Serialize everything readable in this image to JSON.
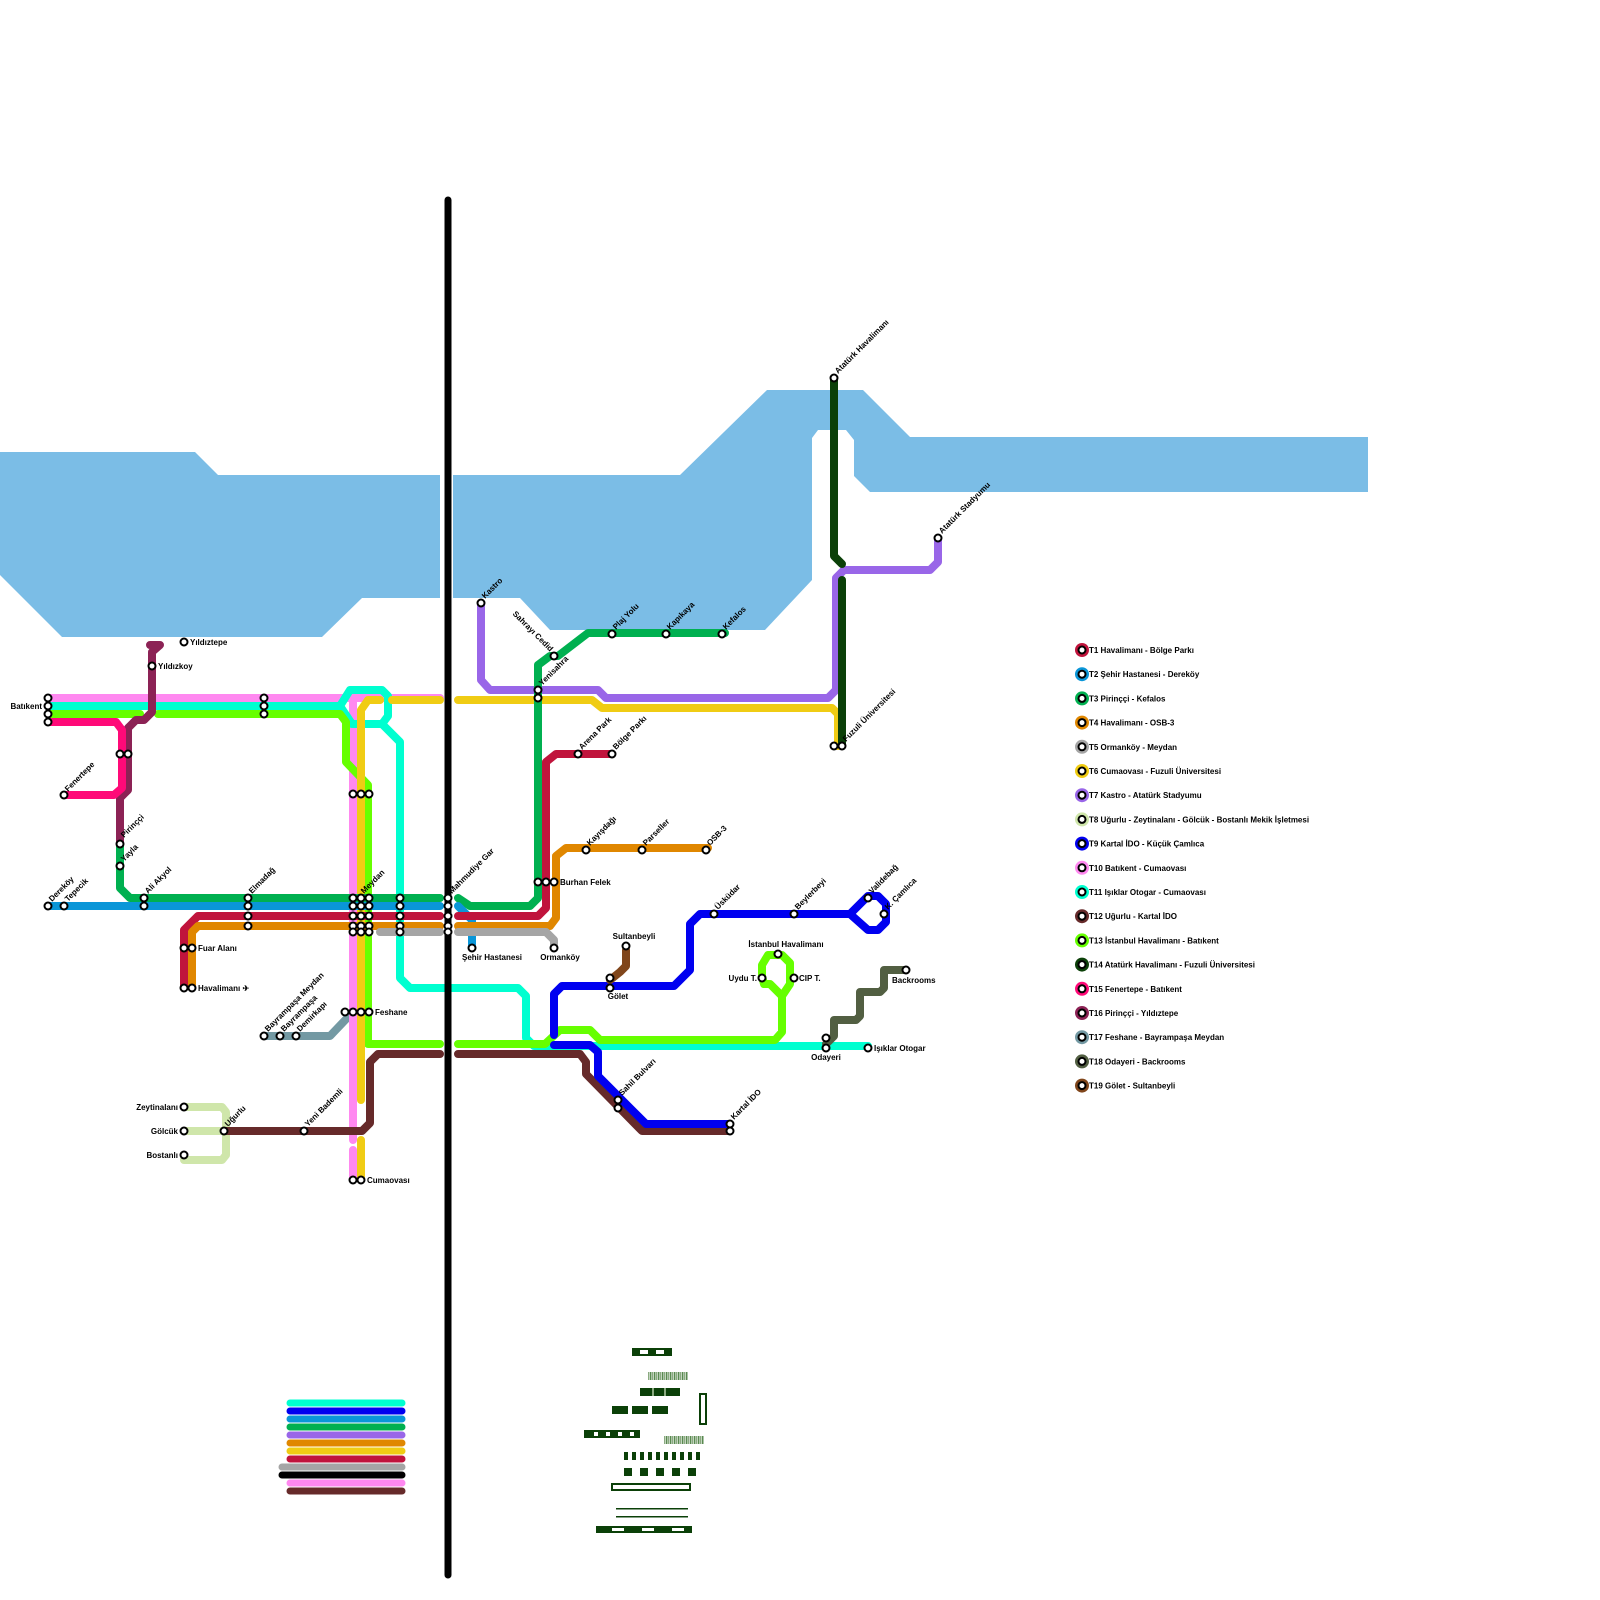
{
  "title": "Transit network map",
  "water_color": "#7bbde6",
  "lines": [
    {
      "id": "T1",
      "name": "T1 Havalimanı - Bölge Parkı",
      "color": "#c0143c"
    },
    {
      "id": "T2",
      "name": "T2 Şehir Hastanesi - Dereköy",
      "color": "#0a96d8"
    },
    {
      "id": "T3",
      "name": "T3 Pirinççi - Kefalos",
      "color": "#00b050"
    },
    {
      "id": "T4",
      "name": "T4 Havalimanı - OSB-3",
      "color": "#e08700"
    },
    {
      "id": "T5",
      "name": "T5 Ormanköy - Meydan",
      "color": "#a5a5a5"
    },
    {
      "id": "T6",
      "name": "T6 Cumaovası - Fuzuli Üniversitesi",
      "color": "#f0cc14"
    },
    {
      "id": "T7",
      "name": "T7 Kastro - Atatürk Stadyumu",
      "color": "#9966e8"
    },
    {
      "id": "T8",
      "name": "T8 Uğurlu - Zeytinalanı - Gölcük - Bostanlı Mekik İşletmesi",
      "color": "#cfe6aa"
    },
    {
      "id": "T9",
      "name": "T9 Kartal İDO - Küçük Çamlıca",
      "color": "#0000f0"
    },
    {
      "id": "T10",
      "name": "T10 Batıkent - Cumaovası",
      "color": "#ff88f0"
    },
    {
      "id": "T11",
      "name": "T11 Işıklar Otogar - Cumaovası",
      "color": "#00ffd0"
    },
    {
      "id": "T12",
      "name": "T12 Uğurlu - Kartal İDO",
      "color": "#662a2a"
    },
    {
      "id": "T13",
      "name": "T13 İstanbul Havalimanı - Batıkent",
      "color": "#66ff00"
    },
    {
      "id": "T14",
      "name": "T14 Atatürk Havalimanı - Fuzuli Üniversitesi",
      "color": "#0b4008"
    },
    {
      "id": "T15",
      "name": "T15 Fenertepe - Batıkent",
      "color": "#ff0a78"
    },
    {
      "id": "T16",
      "name": "T16 Pirinççi - Yıldıztepe",
      "color": "#8c2255"
    },
    {
      "id": "T17",
      "name": "T17 Feshane - Bayrampaşa Meydan",
      "color": "#7399a3"
    },
    {
      "id": "T18",
      "name": "T18 Odayeri - Backrooms",
      "color": "#525f42"
    },
    {
      "id": "T19",
      "name": "T19 Gölet - Sultanbeyli",
      "color": "#80461b"
    }
  ],
  "stations": {
    "batikent": "Batıkent",
    "yildiztepe": "Yıldıztepe",
    "yildizkoy": "Yıldızkoy",
    "fenertepe": "Fenertepe",
    "pirincci": "Pirinççi",
    "yayla": "Yayla",
    "derekoy": "Dereköy",
    "tepecik": "Tepecik",
    "ali_akyol": "Ali Akyol",
    "elmadag": "Elmadağ",
    "fuar_alani": "Fuar Alanı",
    "havalimani": "Havalimanı ✈",
    "meydan": "Meydan",
    "mahmudiye_gar": "Mahmudiye Gar",
    "sehir_hastanesi": "Şehir Hastanesi",
    "ormankoy": "Ormanköy",
    "burhan_felek": "Burhan Felek",
    "kastro": "Kastro",
    "sahrayi_cedid": "Sahrayı Cedid",
    "yenisahra": "Yenisahra",
    "plaj_yolu": "Plaj Yolu",
    "kapikaya": "Kapıkaya",
    "kefalos": "Kefalos",
    "arena_park": "Arena Park",
    "bolge_parki": "Bölge Parkı",
    "kayisdagi": "Kayışdağı",
    "parseller": "Parseller",
    "osb3": "OSB-3",
    "ataturk_havalimani": "Atatürk Havalimanı",
    "ataturk_stadyumu": "Atatürk Stadyumu",
    "fuzuli_universitesi": "Fuzuli Üniversitesi",
    "uskudar": "Üsküdar",
    "beylerbeyi": "Beylerbeyi",
    "validebag": "Validebağ",
    "k_camlica": "K. Çamlıca",
    "sultanbeyli": "Sultanbeyli",
    "golet": "Gölet",
    "istanbul_havalimani": "İstanbul Havalimanı",
    "uydu_t": "Uydu T.",
    "cip_t": "CIP T.",
    "backrooms": "Backrooms",
    "odayeri": "Odayeri",
    "isiklar_otogar": "Işıklar Otogar",
    "sahil_bulvari": "Sahil Bulvarı",
    "kartal_ido": "Kartal İDO",
    "bayrampasa_meydan": "Bayrampaşa Meydan",
    "bayrampasa": "Bayrampaşa",
    "demirkapi": "Demirkapı",
    "feshane": "Feshane",
    "zeytinalani": "Zeytinalanı",
    "golcuk": "Gölcük",
    "bostanli": "Bostanlı",
    "ugurlu": "Uğurlu",
    "yeni_bademli": "Yeni Bademli",
    "cumaovasi": "Cumaovası"
  },
  "sample_stack_colors": [
    "#00ffd0",
    "#0000f0",
    "#0a96d8",
    "#00b050",
    "#9966e8",
    "#e08700",
    "#f0cc14",
    "#c0143c",
    "#a5a5a5",
    "#000000",
    "#ff88f0",
    "#662a2a"
  ]
}
